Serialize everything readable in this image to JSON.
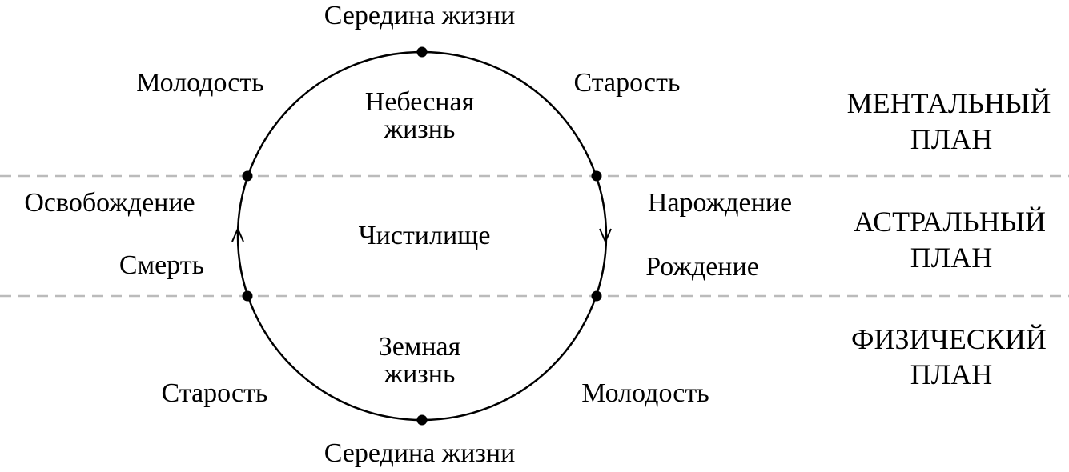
{
  "colors": {
    "ink": "#000000",
    "divider": "#bbbbbb",
    "background": "#ffffff"
  },
  "top": {
    "midlife": "Середина жизни",
    "youth": "Молодость",
    "old_age": "Старость",
    "center_line1": "Небесная",
    "center_line2": "жизнь"
  },
  "middle": {
    "liberation": "Освобождение",
    "death": "Смерть",
    "center": "Чистилище",
    "conception": "Нарождение",
    "birth": "Рождение"
  },
  "bottom": {
    "old_age": "Старость",
    "youth": "Молодость",
    "midlife": "Середина жизни",
    "center_line1": "Земная",
    "center_line2": "жизнь"
  },
  "planes": {
    "mental_line1": "МЕНТАЛЬНЫЙ",
    "mental_line2": "ПЛАН",
    "astral_line1": "АСТРАЛЬНЫЙ",
    "astral_line2": "ПЛАН",
    "physical_line1": "ФИЗИЧЕСКИЙ",
    "physical_line2": "ПЛАН"
  }
}
